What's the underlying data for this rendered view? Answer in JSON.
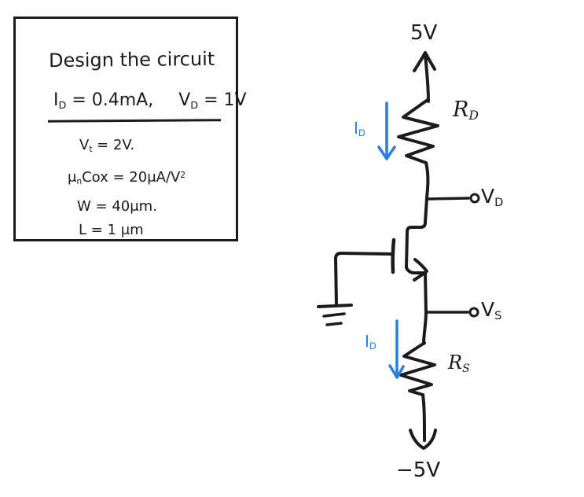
{
  "colors": {
    "ink": "#1b1b1b",
    "current_blue": "#2b7ce3",
    "background": "#ffffff"
  },
  "problem_box": {
    "title": "Design the circuit",
    "spec": {
      "i_sym": "I",
      "i_sub": "D",
      "i_rest": " = 0.4mA,",
      "v_sym": "V",
      "v_sub": "D",
      "v_rest": " = 1V"
    },
    "params": {
      "vt_sym": "V",
      "vt_sub": "t",
      "vt_rest": " = 2V.",
      "ucox_mu": "μ",
      "ucox_sub": "n",
      "ucox_mid": "Cox = 20μA/V",
      "ucox_sup": "2",
      "w": "W = 40μm.",
      "l": "L = 1 μm"
    }
  },
  "circuit": {
    "vdd_label": "5V",
    "vss_label": "−5V",
    "rd_sym": "R",
    "rd_sub": "D",
    "rs_sym": "R",
    "rs_sub": "S",
    "vd_sym": "V",
    "vd_sub": "D",
    "vs_sym": "V",
    "vs_sub": "S",
    "id_top_sym": "I",
    "id_top_sub": "D",
    "id_bot_sym": "I",
    "id_bot_sub": "D"
  }
}
